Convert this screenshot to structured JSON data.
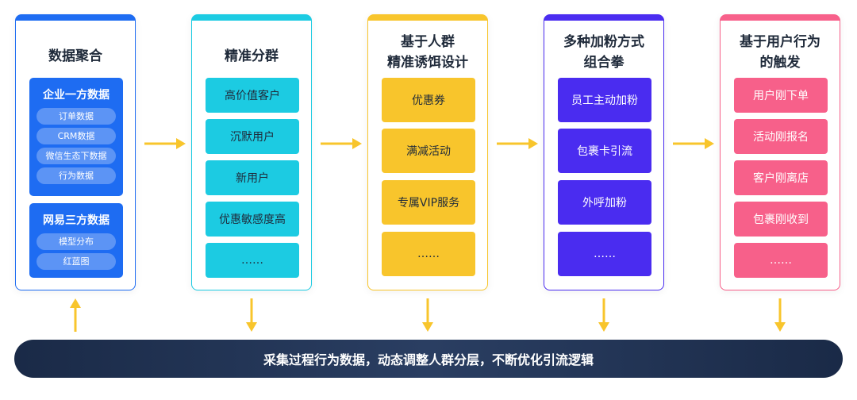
{
  "columns": [
    {
      "id": "col1",
      "title": [
        "数据聚合"
      ],
      "accent": "#1e6cf2",
      "groups": [
        {
          "title": "企业一方数据",
          "items": [
            "订单数据",
            "CRM数据",
            "微信生态下数据",
            "行为数据"
          ]
        },
        {
          "title": "网易三方数据",
          "items": [
            "模型分布",
            "红蓝图"
          ]
        }
      ]
    },
    {
      "id": "col2",
      "title": [
        "精准分群"
      ],
      "accent": "#1ccbe2",
      "box_color": "#1ccbe2",
      "text_color": "#1f2a3a",
      "items": [
        "高价值客户",
        "沉默用户",
        "新用户",
        "优惠敏感度高",
        "……"
      ]
    },
    {
      "id": "col3",
      "title": [
        "基于人群",
        "精准诱饵设计"
      ],
      "accent": "#f8c52c",
      "box_color": "#f8c52c",
      "text_color": "#1f2a3a",
      "items": [
        "优惠券",
        "满减活动",
        "专属VIP服务",
        "……"
      ]
    },
    {
      "id": "col4",
      "title": [
        "多种加粉方式",
        "组合拳"
      ],
      "accent": "#4a2cf0",
      "box_color": "#4a2cf0",
      "text_color": "#ffffff",
      "items": [
        "员工主动加粉",
        "包裹卡引流",
        "外呼加粉",
        "……"
      ]
    },
    {
      "id": "col5",
      "title": [
        "基于用户行为",
        "的触发"
      ],
      "accent": "#f7608a",
      "box_color": "#f7608a",
      "text_color": "#ffffff",
      "items": [
        "用户刚下单",
        "活动刚报名",
        "客户刚离店",
        "包裹刚收到",
        "……"
      ]
    }
  ],
  "bottom_bar": {
    "text": "采集过程行为数据，动态调整人群分层，不断优化引流逻辑"
  },
  "colors": {
    "arrow": "#f8c52c",
    "bar": "#1f3050"
  }
}
